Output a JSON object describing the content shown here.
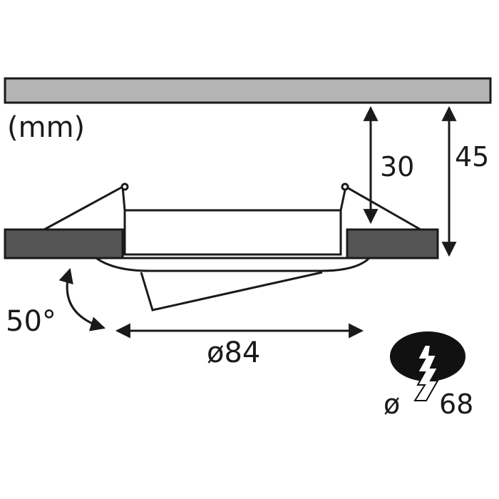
{
  "diagram": {
    "unit_label": "(mm)",
    "dim_recess_depth": "30",
    "dim_total_depth": "45",
    "dim_tilt_angle": "50°",
    "dim_outer_diameter": "ø84",
    "cutout": {
      "symbol": "ø",
      "value": "68"
    }
  },
  "colors": {
    "ceiling": "#b4b4b4",
    "board": "#555555",
    "ink": "#1a1a1a",
    "cutout_hole": "#111111"
  },
  "icons": {
    "cutout": "ceiling-cutout-icon",
    "saw": "saw-blade-icon"
  }
}
